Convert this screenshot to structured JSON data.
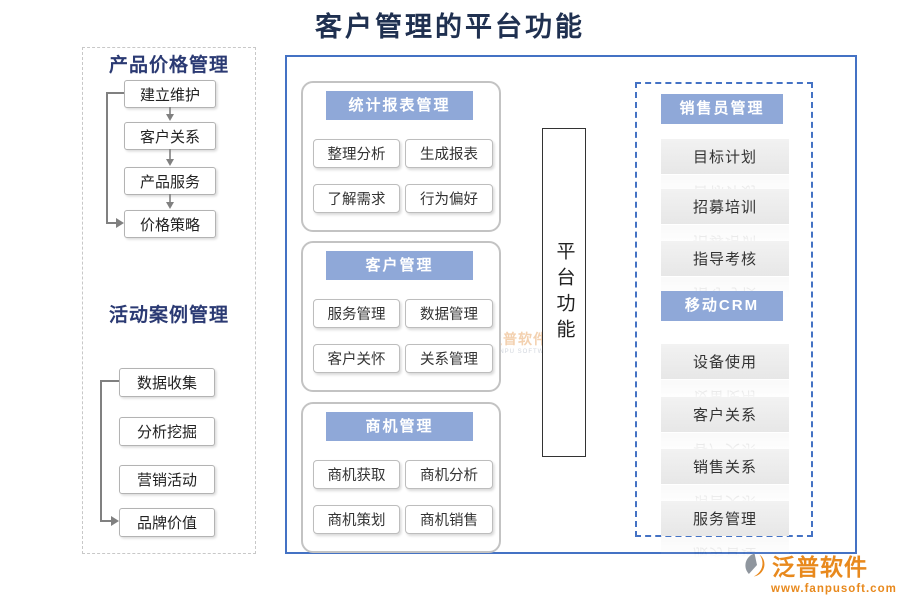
{
  "title": "客户管理的平台功能",
  "left": {
    "sections": [
      {
        "heading": "产品价格管理",
        "items": [
          "建立维护",
          "客户关系",
          "产品服务",
          "价格策略"
        ]
      },
      {
        "heading": "活动案例管理",
        "items": [
          "数据收集",
          "分析挖掘",
          "营销活动",
          "品牌价值"
        ]
      }
    ]
  },
  "platform": {
    "label": "平台功能"
  },
  "groups": [
    {
      "header": "统计报表管理",
      "items": [
        "整理分析",
        "生成报表",
        "了解需求",
        "行为偏好"
      ]
    },
    {
      "header": "客户管理",
      "items": [
        "服务管理",
        "数据管理",
        "客户关怀",
        "关系管理"
      ]
    },
    {
      "header": "商机管理",
      "items": [
        "商机获取",
        "商机分析",
        "商机策划",
        "商机销售"
      ]
    }
  ],
  "right": {
    "sections": [
      {
        "header": "销售员管理",
        "items": [
          "目标计划",
          "招募培训",
          "指导考核"
        ]
      },
      {
        "header": "移动CRM",
        "items": [
          "设备使用",
          "客户关系",
          "销售关系",
          "服务管理"
        ]
      }
    ]
  },
  "watermark": {
    "text": "泛普软件",
    "subtext": "FANPU SOFTWARE"
  },
  "branding": {
    "logo": "泛普软件",
    "url": "www.fanpusoft.com"
  },
  "colors": {
    "accent_blue": "#4472C4",
    "header_bg": "#8FA8D8",
    "title_color": "#1F3050",
    "heading_blue": "#2B3A73",
    "logo_orange": "#E8891D",
    "connector_gray": "#808080"
  },
  "icons": {
    "down_arrow": "down-arrow-icon",
    "logo_swoosh": "fanpu-swoosh-icon"
  }
}
